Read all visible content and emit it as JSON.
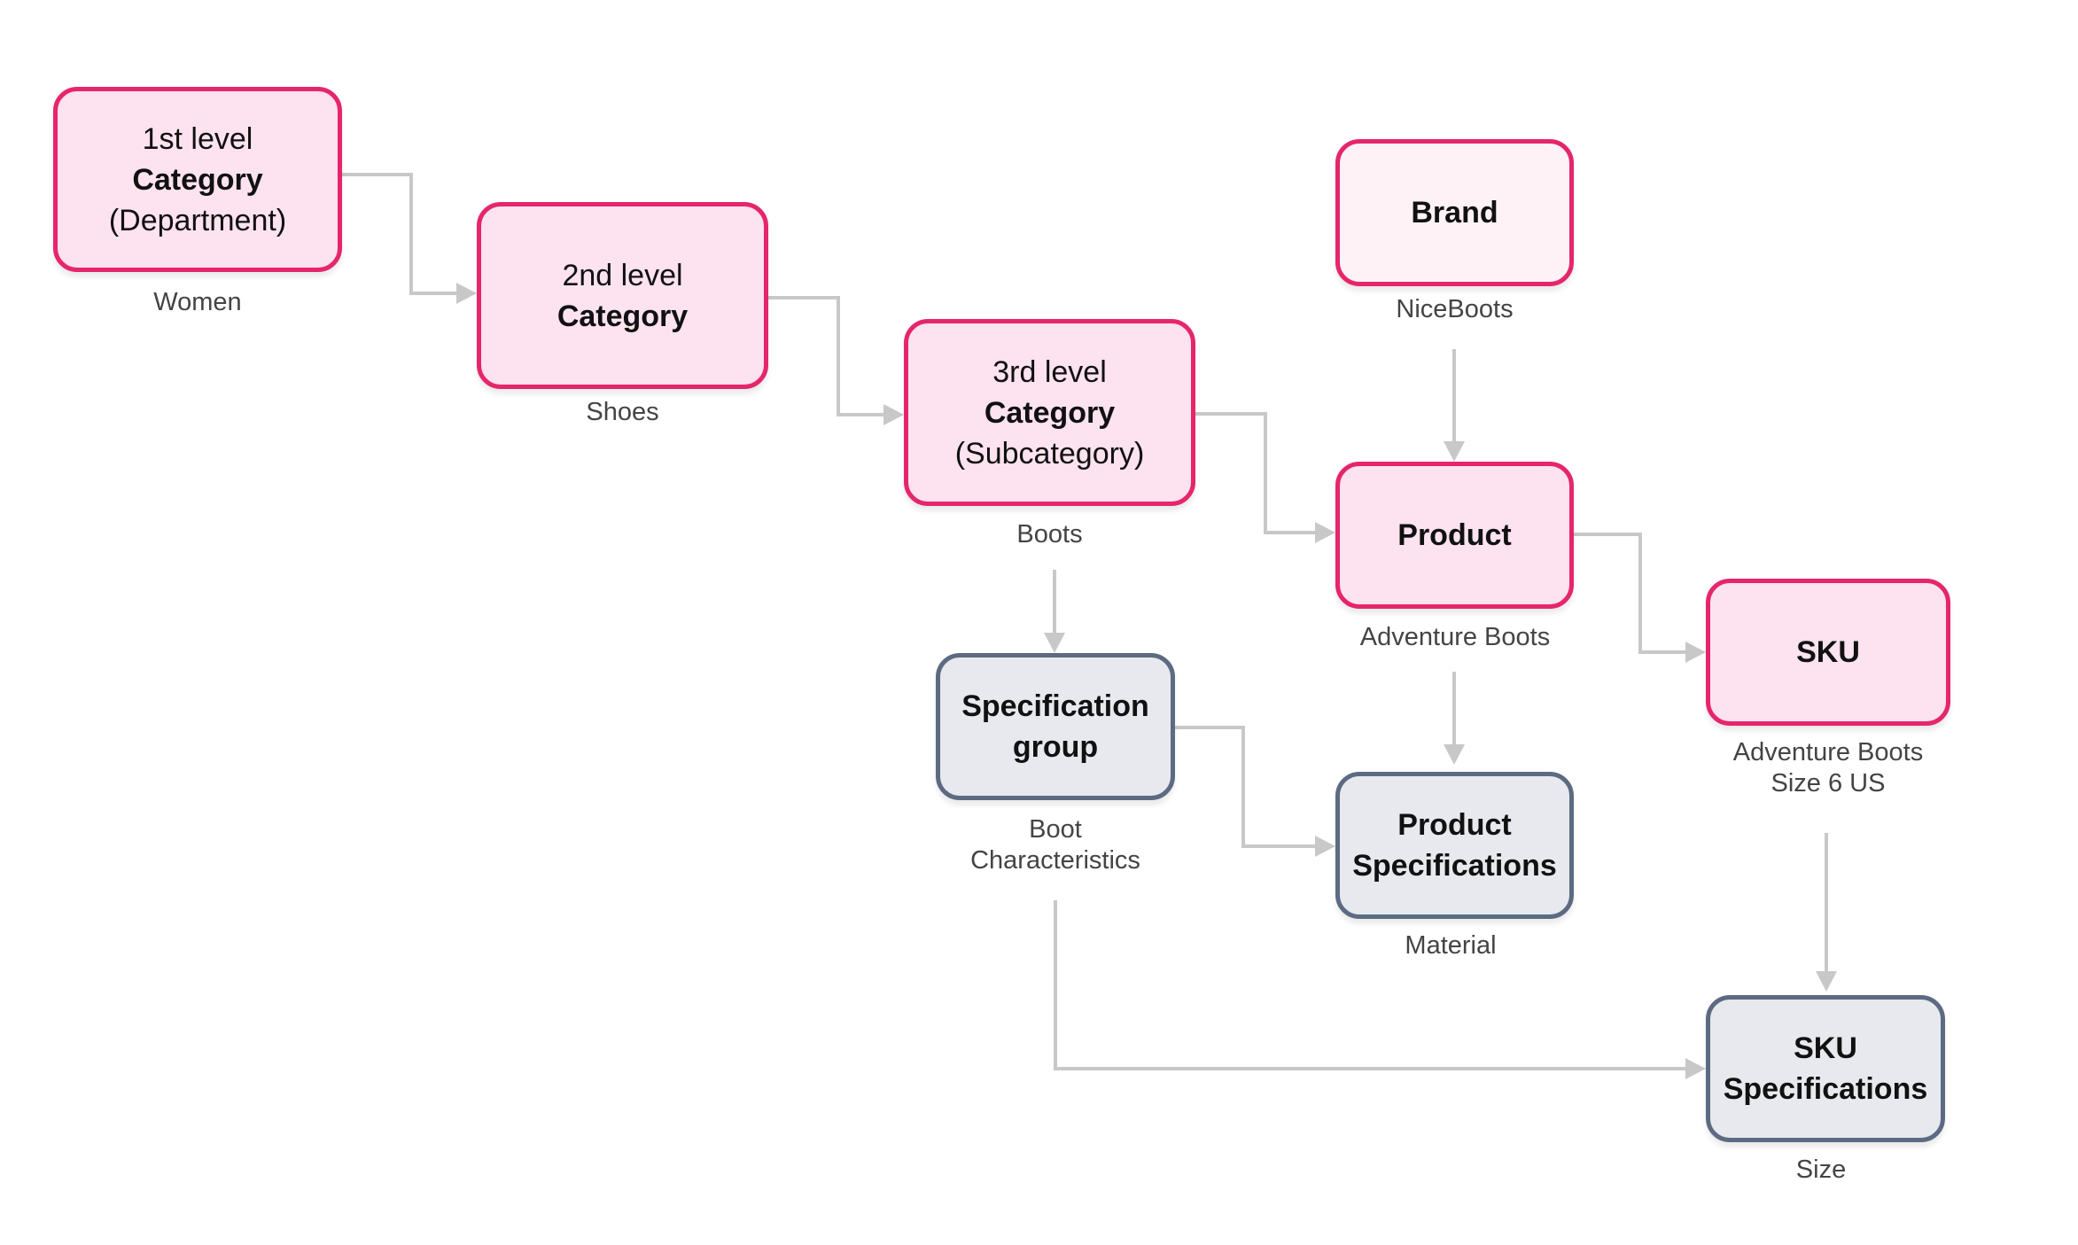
{
  "nodes": {
    "first_level": {
      "line1": "1st level",
      "line2": "Category",
      "line3": "(Department)",
      "caption": "Women"
    },
    "second_level": {
      "line1": "2nd level",
      "line2": "Category",
      "caption": "Shoes"
    },
    "third_level": {
      "line1": "3rd level",
      "line2": "Category",
      "line3": "(Subcategory)",
      "caption": "Boots"
    },
    "brand": {
      "line1": "Brand",
      "caption": "NiceBoots"
    },
    "product": {
      "line1": "Product",
      "caption": "Adventure Boots"
    },
    "sku": {
      "line1": "SKU",
      "caption_line1": "Adventure Boots",
      "caption_line2": "Size 6 US"
    },
    "spec_group": {
      "line1": "Specification",
      "line2": "group",
      "caption_line1": "Boot",
      "caption_line2": "Characteristics"
    },
    "product_specs": {
      "line1": "Product",
      "line2": "Specifications",
      "caption": "Material"
    },
    "sku_specs": {
      "line1": "SKU",
      "line2": "Specifications",
      "caption": "Size"
    }
  },
  "colors": {
    "pink_border": "#e5266c",
    "pink_fill": "#fde2ef",
    "light_pink_fill": "#fff2f7",
    "gray_border": "#5c6b82",
    "gray_fill": "#e8e9ee",
    "connector": "#c8c8c8"
  }
}
